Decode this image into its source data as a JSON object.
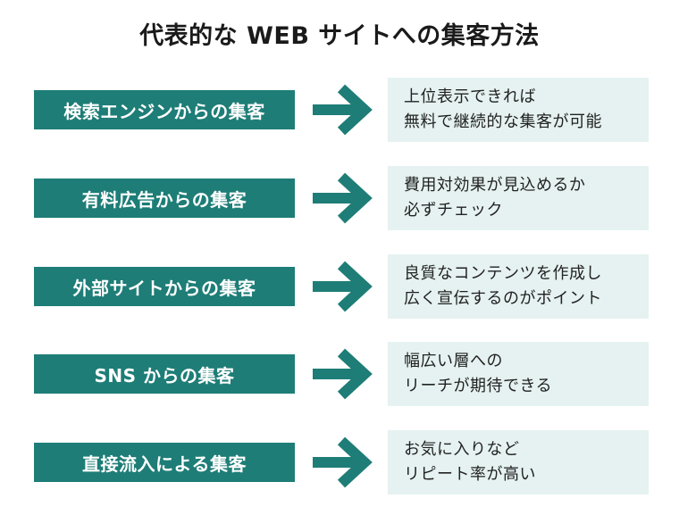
{
  "title": "代表的な WEB サイトへの集客方法",
  "accent_color": "#1e7d77",
  "benefit_bg_color": "#e5f2f1",
  "rows": [
    {
      "method": "検索エンジンからの集客",
      "benefit_line1": "上位表示できれば",
      "benefit_line2": "無料で継続的な集客が可能"
    },
    {
      "method": "有料広告からの集客",
      "benefit_line1": "費用対効果が見込めるか",
      "benefit_line2": "必ずチェック"
    },
    {
      "method": "外部サイトからの集客",
      "benefit_line1": "良質なコンテンツを作成し",
      "benefit_line2": "広く宣伝するのがポイント"
    },
    {
      "method": "SNS からの集客",
      "benefit_line1": "幅広い層への",
      "benefit_line2": "リーチが期待できる"
    },
    {
      "method": "直接流入による集客",
      "benefit_line1": "お気に入りなど",
      "benefit_line2": "リピート率が高い"
    }
  ]
}
